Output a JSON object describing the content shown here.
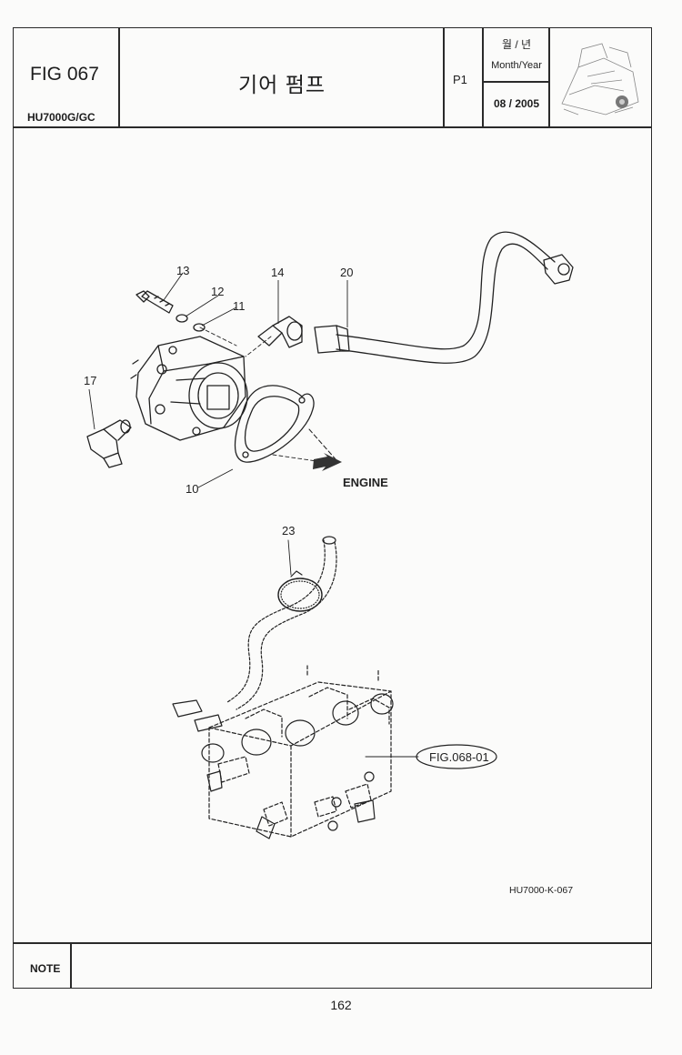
{
  "header": {
    "figure_number": "FIG 067",
    "model": "HU7000G/GC",
    "title": "기어 펌프",
    "page_code": "P1",
    "month_year_label_kr": "월 / 년",
    "month_year_label_en": "Month/Year",
    "date": "08 / 2005"
  },
  "diagram": {
    "part_labels": [
      "13",
      "12",
      "11",
      "14",
      "20",
      "17",
      "10",
      "23"
    ],
    "engine_label": "ENGINE",
    "reference_callout": "FIG.068-01",
    "drawing_code": "HU7000-K-067"
  },
  "footer": {
    "note_label": "NOTE",
    "page_number": "162"
  }
}
